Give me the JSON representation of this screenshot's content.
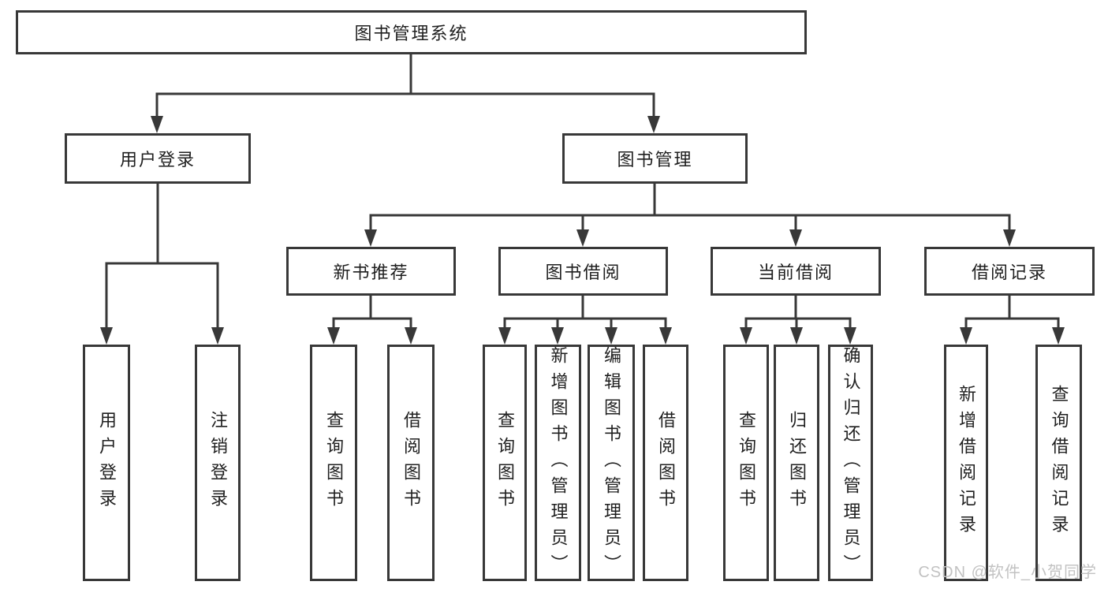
{
  "diagram": {
    "type": "tree",
    "root": {
      "label": "图书管理系统",
      "children": [
        {
          "label": "用户登录",
          "children": [
            {
              "label": "用户登录"
            },
            {
              "label": "注销登录"
            }
          ]
        },
        {
          "label": "图书管理",
          "children": [
            {
              "label": "新书推荐",
              "children": [
                {
                  "label": "查询图书"
                },
                {
                  "label": "借阅图书"
                }
              ]
            },
            {
              "label": "图书借阅",
              "children": [
                {
                  "label": "查询图书"
                },
                {
                  "label": "新增图书（管理员）"
                },
                {
                  "label": "编辑图书（管理员）"
                },
                {
                  "label": "借阅图书"
                }
              ]
            },
            {
              "label": "当前借阅",
              "children": [
                {
                  "label": "查询图书"
                },
                {
                  "label": "归还图书"
                },
                {
                  "label": "确认归还（管理员）"
                }
              ]
            },
            {
              "label": "借阅记录",
              "children": [
                {
                  "label": "新增借阅记录"
                },
                {
                  "label": "查询借阅记录"
                }
              ]
            }
          ]
        }
      ]
    },
    "colors": {
      "line": "#383838",
      "box_border": "#383838",
      "text": "#1f1f1f",
      "background": "#ffffff",
      "watermark": "#c2c2c2"
    }
  },
  "watermark": {
    "text": "CSDN @软件_小贺同学"
  }
}
